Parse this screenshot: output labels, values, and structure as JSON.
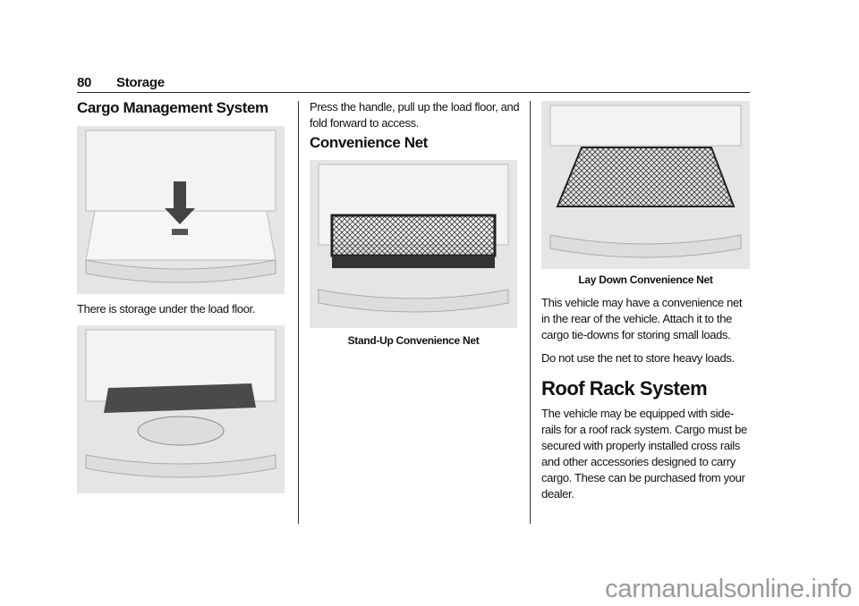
{
  "header": {
    "page_number": "80",
    "section": "Storage"
  },
  "col1": {
    "heading": "Cargo Management System",
    "text1": "There is storage under the load floor."
  },
  "col2": {
    "text1": "Press the handle, pull up the load floor, and fold forward to access.",
    "heading": "Convenience Net",
    "caption": "Stand-Up Convenience Net"
  },
  "col3": {
    "caption": "Lay Down Convenience Net",
    "text1": "This vehicle may have a convenience net in the rear of the vehicle. Attach it to the cargo tie-downs for storing small loads.",
    "text2": "Do not use the net to store heavy loads.",
    "heading": "Roof Rack System",
    "text3": "The vehicle may be equipped with side-rails for a roof rack system. Cargo must be secured with properly installed cross rails and other accessories designed to carry cargo. These can be purchased from your dealer."
  },
  "watermark": "carmanualsonline.info"
}
